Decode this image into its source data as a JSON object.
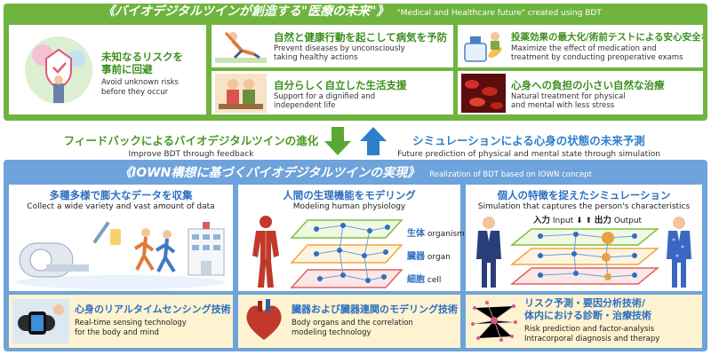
{
  "top": {
    "title_jp": "《バイオデジタルツインが創造する\"医療の未来\"》",
    "title_en": "\"Medical and Healthcare future\" created using BDT",
    "main_card": {
      "jp_line1": "未知なるリスクを",
      "jp_line2": "事前に回避",
      "en_line1": "Avoid unknown risks",
      "en_line2": "before they occur"
    },
    "cards": [
      {
        "jp": "自然と健康行動を起こして病気を予防",
        "en_line1": "Prevent diseases by unconsciously",
        "en_line2": "taking healthy actions"
      },
      {
        "jp": "投薬効果の最大化/術前テストによる安心安全な治療",
        "en_line1": "Maximize the effect of medication and",
        "en_line2": "treatment by conducting preoperative exams"
      },
      {
        "jp": "自分らしく自立した生活支援",
        "en_line1": "Support for a dignified and",
        "en_line2": "independent life"
      },
      {
        "jp": "心身への負担の小さい自然な治療",
        "en_line1": "Natural treatment for physical",
        "en_line2": "and mental with less stress"
      }
    ]
  },
  "middle": {
    "left_jp": "フィードバックによるバイオデジタルツインの進化",
    "left_en": "Improve BDT through feedback",
    "right_jp": "シミュレーションによる心身の状態の未来予測",
    "right_en": "Future prediction of physical and mental state through simulation"
  },
  "bottom": {
    "title_jp": "《IOWN構想に基づくバイオデジタルツインの実現》",
    "title_en": "Realization of BDT based on IOWN concept",
    "columns": [
      {
        "jp": "多種多様で膨大なデータを収集",
        "en": "Collect a wide variety and vast amount of data"
      },
      {
        "jp": "人間の生理機能をモデリング",
        "en": "Modeling human physiology"
      },
      {
        "jp": "個人の特徴を捉えたシミュレーション",
        "en": "Simulation that captures the person's characteristics"
      }
    ],
    "layers": [
      {
        "jp": "生体",
        "en": "organism"
      },
      {
        "jp": "臓器",
        "en": "organ"
      },
      {
        "jp": "細胞",
        "en": "cell"
      }
    ],
    "io": {
      "input_jp": "入力",
      "input_en": "Input",
      "output_jp": "出力",
      "output_en": "Output"
    },
    "techs": [
      {
        "jp_line1": "心身のリアルタイムセンシング技術",
        "jp_line2": "",
        "en_line1": "Real-time sensing technology",
        "en_line2": "for the body and mind"
      },
      {
        "jp_line1": "臓器および臓器連関のモデリング技術",
        "jp_line2": "",
        "en_line1": "Body organs and the correlation",
        "en_line2": "modeling technology"
      },
      {
        "jp_line1": "リスク予測・要因分析技術/",
        "jp_line2": "体内における診断・治療技術",
        "en_line1": "Risk prediction and factor-analysis",
        "en_line2": "Intracorporal diagnosis and therapy"
      }
    ]
  },
  "colors": {
    "green": "#6fb43f",
    "green_text": "#3d8f1f",
    "blue": "#6ea3db",
    "blue_text": "#2d6fc0",
    "tech_bg": "#fdf3d0"
  }
}
